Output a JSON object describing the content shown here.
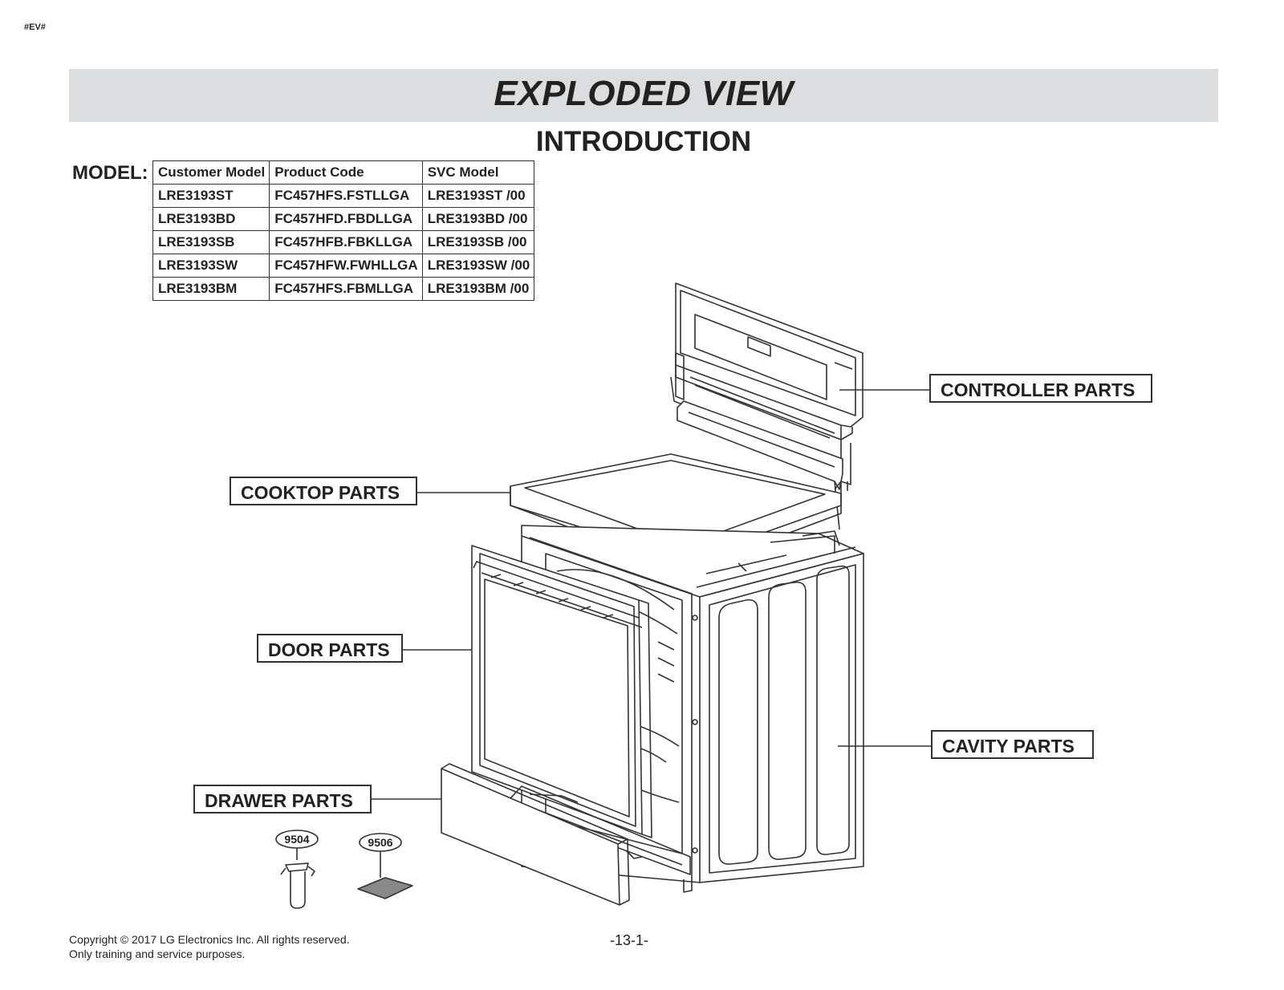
{
  "header": {
    "tag": "#EV#",
    "title": "EXPLODED VIEW",
    "subtitle": "INTRODUCTION"
  },
  "model": {
    "label": "MODEL:",
    "columns": [
      "Customer Model",
      "Product Code",
      "SVC Model"
    ],
    "rows": [
      [
        "LRE3193ST",
        "FC457HFS.FSTLLGA",
        "LRE3193ST /00"
      ],
      [
        "LRE3193BD",
        "FC457HFD.FBDLLGA",
        "LRE3193BD /00"
      ],
      [
        "LRE3193SB",
        "FC457HFB.FBKLLGA",
        "LRE3193SB /00"
      ],
      [
        "LRE3193SW",
        "FC457HFW.FWHLLGA",
        "LRE3193SW /00"
      ],
      [
        "LRE3193BM",
        "FC457HFS.FBMLLGA",
        "LRE3193BM /00"
      ]
    ]
  },
  "callouts": {
    "controller": "CONTROLLER PARTS",
    "cooktop": "COOKTOP PARTS",
    "door": "DOOR PARTS",
    "cavity": "CAVITY PARTS",
    "drawer": "DRAWER PARTS"
  },
  "part_numbers": {
    "sprayer": "9504",
    "pad": "9506"
  },
  "footer": {
    "copyright_line1": "Copyright © 2017 LG Electronics Inc. All rights reserved.",
    "copyright_line2": "Only training and service purposes.",
    "page": "-13-1-"
  }
}
